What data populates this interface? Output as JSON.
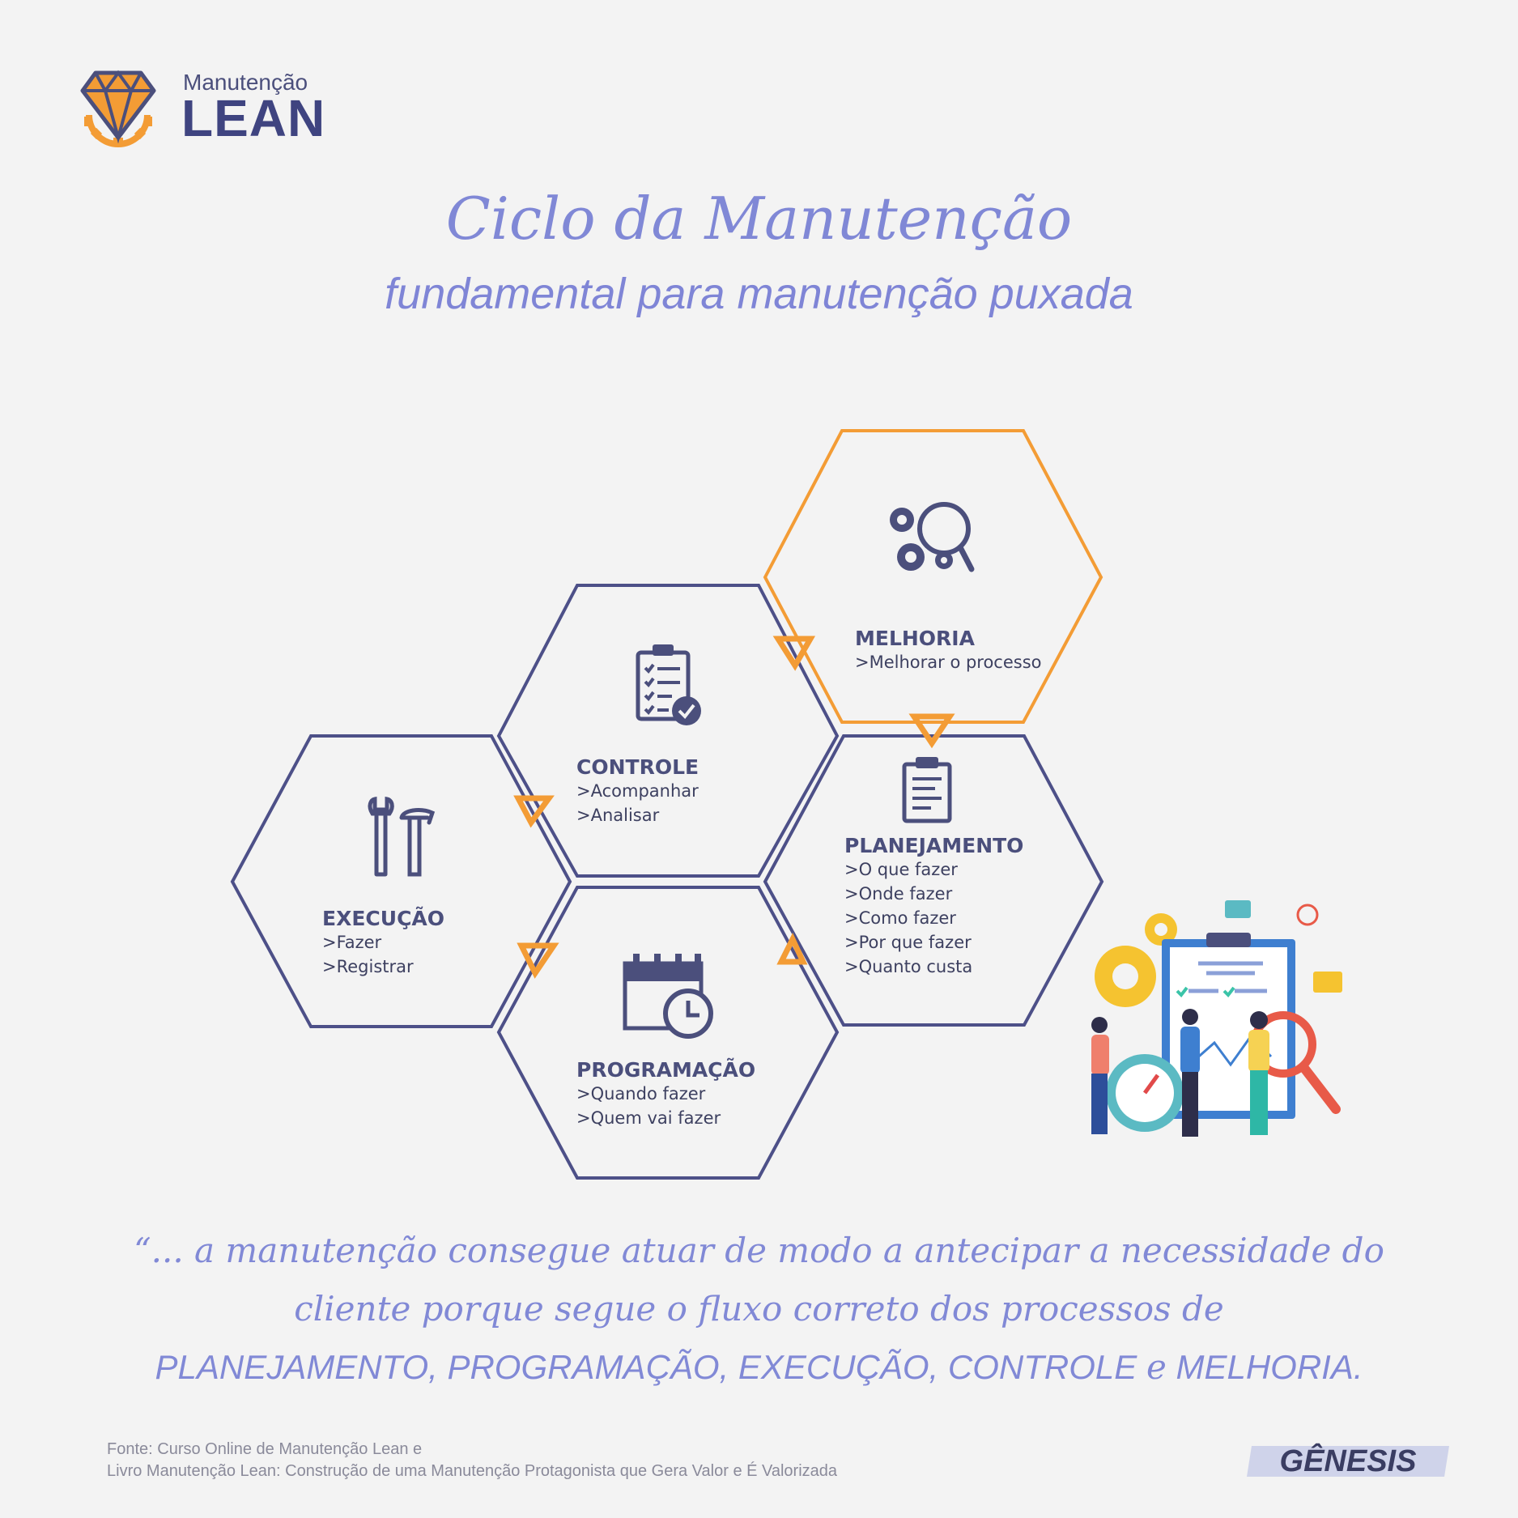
{
  "logo": {
    "small": "Manutenção",
    "big": "LEAN"
  },
  "title": "Ciclo da Manutenção",
  "subtitle": "fundamental para manutenção puxada",
  "hexagons": {
    "melhoria": {
      "title": "MELHORIA",
      "lines": [
        ">Melhorar o processo"
      ],
      "icon": "gears-magnifier-icon"
    },
    "controle": {
      "title": "CONTROLE",
      "lines": [
        ">Acompanhar",
        ">Analisar"
      ],
      "icon": "clipboard-check-icon"
    },
    "planejamento": {
      "title": "PLANEJAMENTO",
      "lines": [
        ">O que fazer",
        ">Onde fazer",
        ">Como fazer",
        ">Por que fazer",
        ">Quanto custa"
      ],
      "icon": "clipboard-list-icon"
    },
    "execucao": {
      "title": "EXECUÇÃO",
      "lines": [
        ">Fazer",
        ">Registrar"
      ],
      "icon": "tools-icon"
    },
    "programacao": {
      "title": "PROGRAMAÇÃO",
      "lines": [
        ">Quando fazer",
        ">Quem vai fazer"
      ],
      "icon": "calendar-clock-icon"
    }
  },
  "colors": {
    "hex_stroke": "#4d5088",
    "accent": "#f39c35",
    "text_purple": "#8088d6"
  },
  "quote": {
    "line1": "“... a manutenção consegue atuar de modo a antecipar a necessidade do",
    "line2": "cliente porque segue o fluxo correto dos processos de",
    "line3_a": "PLANEJAMENTO, PROGRAMAÇÃO, EXECUÇÃO, CONTROLE",
    "line3_e": "e",
    "line3_b": "MELHORIA."
  },
  "footer": {
    "line1": "Fonte:  Curso Online de Manutenção Lean e",
    "line2": "Livro Manutenção Lean:  Construção de uma Manutenção Protagonista que Gera Valor e É Valorizada",
    "brand": "GÊNESIS"
  }
}
